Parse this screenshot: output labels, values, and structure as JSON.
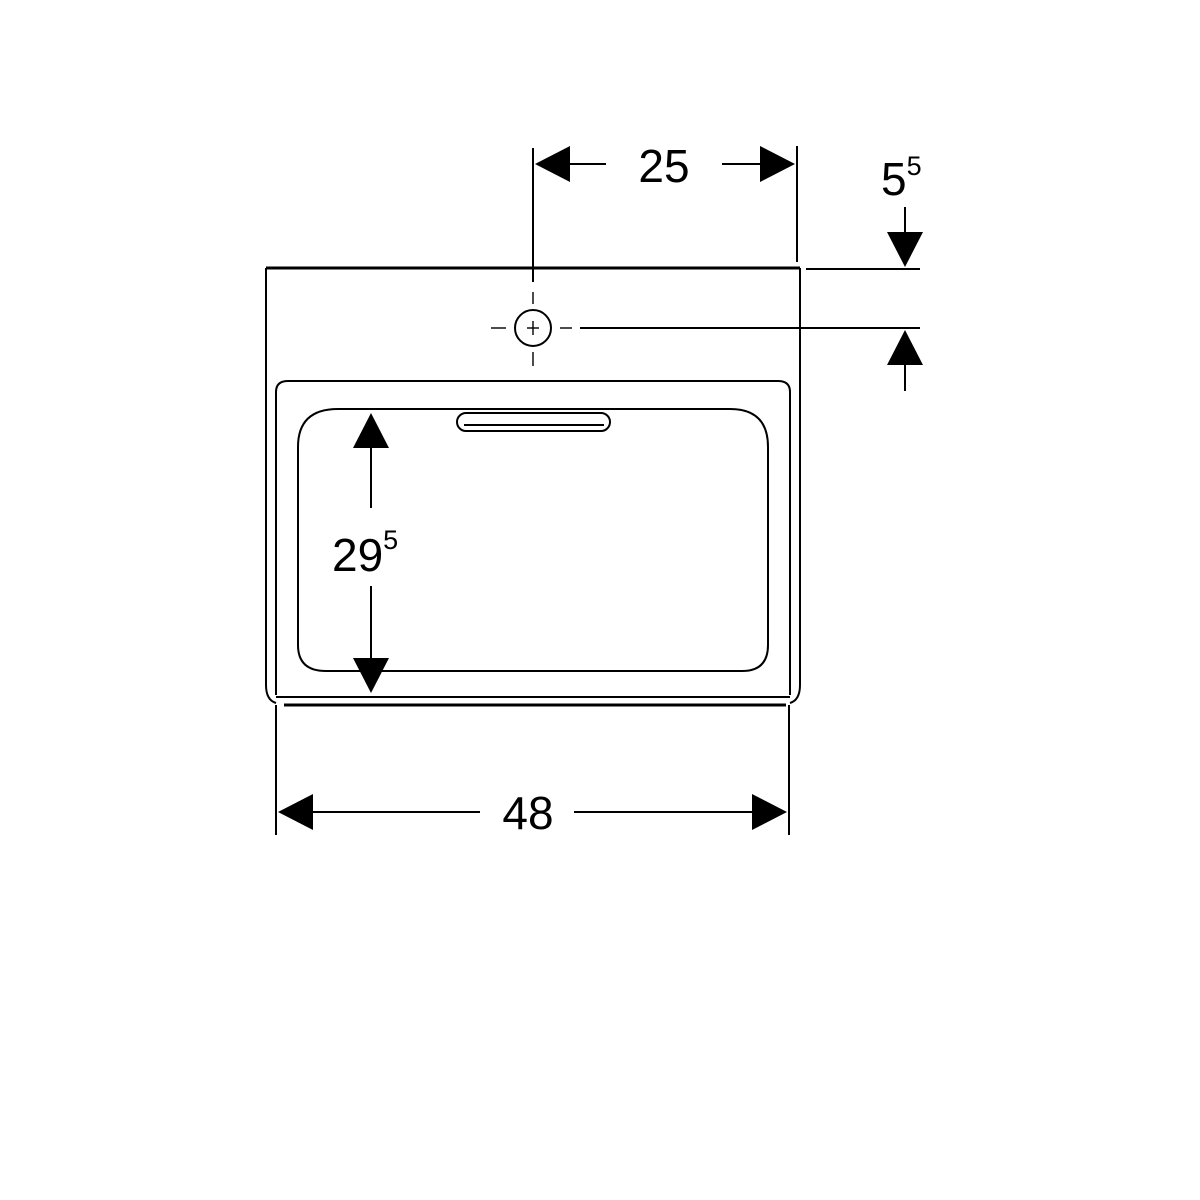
{
  "dimensions": {
    "tap_offset": {
      "main": "25",
      "sup": ""
    },
    "tap_depth": {
      "main": "5",
      "sup": "5"
    },
    "bowl_depth": {
      "main": "29",
      "sup": "5"
    },
    "total_width": {
      "main": "48",
      "sup": ""
    }
  },
  "colors": {
    "line": "#000000",
    "background": "#ffffff"
  }
}
